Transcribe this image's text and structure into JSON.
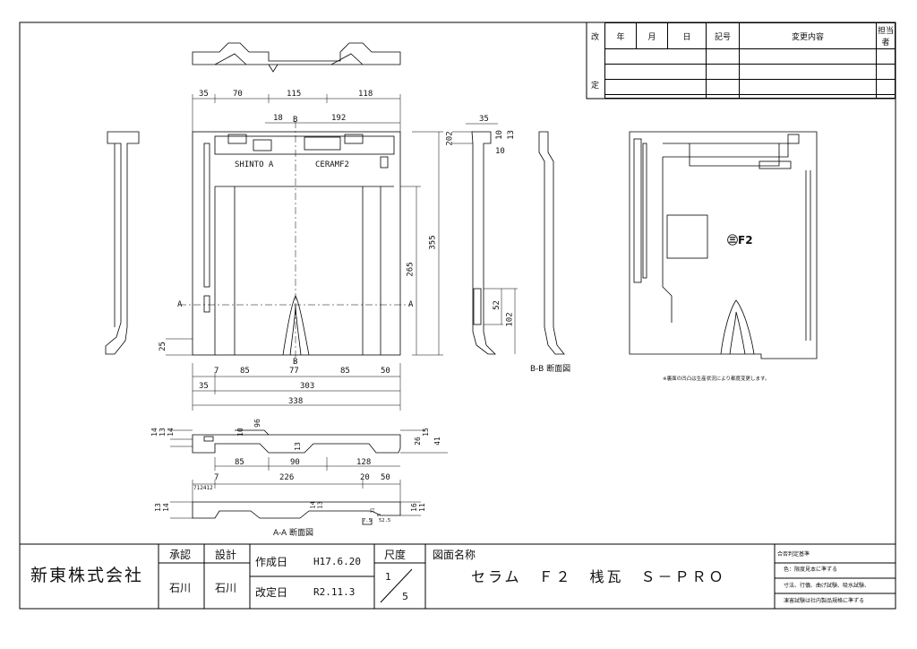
{
  "revision": {
    "side_label_top": "改",
    "side_label_bottom": "定",
    "headers": [
      "年",
      "月",
      "日",
      "記号",
      "変更内容",
      "担当者"
    ]
  },
  "front_view": {
    "labels": {
      "shinto": "SHINTO A",
      "ceramf2": "CERAMF2",
      "a_left": "A",
      "a_right": "A",
      "b_top": "B",
      "b_bottom": "B"
    },
    "dims_top": [
      "35",
      "70",
      "115",
      "118"
    ],
    "dims_top2": [
      "18",
      "192"
    ],
    "dims_right": [
      "355",
      "265"
    ],
    "dims_bottom1": [
      "7",
      "85",
      "77",
      "85",
      "50"
    ],
    "dims_bottom2": [
      "35",
      "303"
    ],
    "dims_bottom3": "338",
    "dim_left": "25"
  },
  "section_bb": {
    "title": "B-B 断面図",
    "dims": [
      "35",
      "202",
      "10",
      "13",
      "10",
      "52",
      "102"
    ]
  },
  "back_view": {
    "stamp": "㊂F2",
    "note": "※裏面の凹凸は生産状況により都度変更します。"
  },
  "plan_view": {
    "dims_left": [
      "14",
      "13",
      "14"
    ],
    "dims_inner": [
      "96",
      "10",
      "13"
    ],
    "dims_right": [
      "26",
      "15",
      "41"
    ],
    "dims_bottom": [
      "85",
      "90",
      "128"
    ]
  },
  "section_aa": {
    "title": "A-A 断面図",
    "dims_top": [
      "7",
      "226",
      "20",
      "50"
    ],
    "dims_small": [
      "7",
      "12",
      "4",
      "12"
    ],
    "dims_left": [
      "13",
      "14"
    ],
    "dims_inner": [
      "14",
      "13",
      "11",
      "5",
      "7.5",
      "52.5"
    ],
    "dims_right": [
      "16",
      "11"
    ]
  },
  "title_block": {
    "company": "新東株式会社",
    "approval_label": "承認",
    "design_label": "設計",
    "approver": "石川",
    "designer": "石川",
    "created_label": "作成日",
    "created_value": "H17.6.20",
    "revised_label": "改定日",
    "revised_value": "R2.11.3",
    "scale_label": "尺度",
    "scale_num": "1",
    "scale_den": "5",
    "drawing_name_label": "図面名称",
    "drawing_name": "セラム　Ｆ２　桟瓦　Ｓ－ＰＲＯ",
    "criteria_label": "合否判定基準",
    "criteria": [
      "色：限度見本に準ずる",
      "寸法、行儀、曲げ試験、吸水試験、",
      "凍害試験は社内製品規格に準ずる"
    ]
  }
}
